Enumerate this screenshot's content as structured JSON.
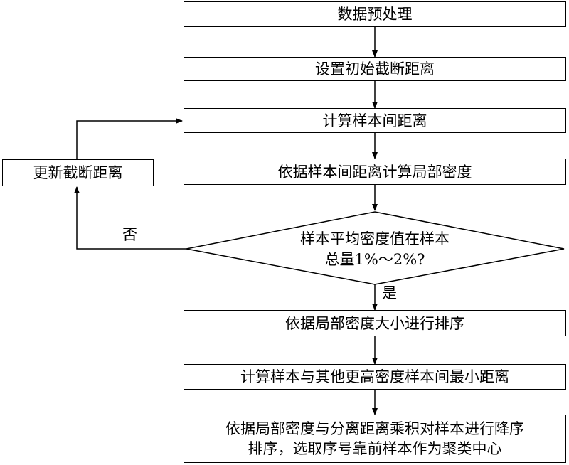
{
  "flowchart": {
    "steps": {
      "preprocess": "数据预处理",
      "init_cutoff": "设置初始截断距离",
      "calc_dist": "计算样本间距离",
      "calc_density": "依据样本间距离计算局部密度",
      "update_cutoff": "更新截断距离",
      "sort": "依据局部密度大小进行排序",
      "min_dist": "计算样本与其他更高密度样本间最小距离",
      "select_line1": "依据局部密度与分离距离乘积对样本进行降序",
      "select_line2": "排序，选取序号靠前样本作为聚类中心"
    },
    "decision": {
      "line1": "样本平均密度值在样本",
      "line2": "总量1%～2%?"
    },
    "branch_labels": {
      "no": "否",
      "yes": "是"
    }
  }
}
